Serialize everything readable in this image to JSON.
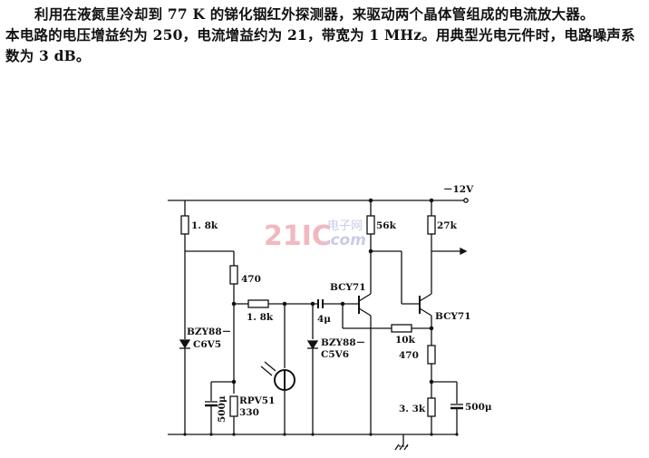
{
  "description": {
    "line1": "利用在液氮里冷却到 77 K 的锑化铟红外探测器，来驱动两个晶体管组成的电流放大器。",
    "line2": "本电路的电压增益约为 250，电流增益约为 21，带宽为 1 MHz。用典型光电元件时，电路噪声系",
    "line3": "数为 3 dB。"
  },
  "watermark": {
    "brand": "21IC",
    "cn": "电子网",
    "domain": ".com"
  },
  "schematic": {
    "supply_label": "－12V",
    "resistors": {
      "r1": "1. 8k",
      "r2": "470",
      "r3": "1. 8k",
      "r4": "56k",
      "r5": "27k",
      "r6": "10k",
      "r7": "470",
      "r8": "3. 3k",
      "r9": "330"
    },
    "capacitors": {
      "c1": "4μ",
      "c2": "500μ",
      "c3": "500μ"
    },
    "zener1": {
      "line1": "BZY88－",
      "line2": "C6V5"
    },
    "zener2": {
      "line1": "BZY88－",
      "line2": "C5V6"
    },
    "detector": "RPV51",
    "transistor1": "BCY71",
    "transistor2": "BCY71"
  }
}
